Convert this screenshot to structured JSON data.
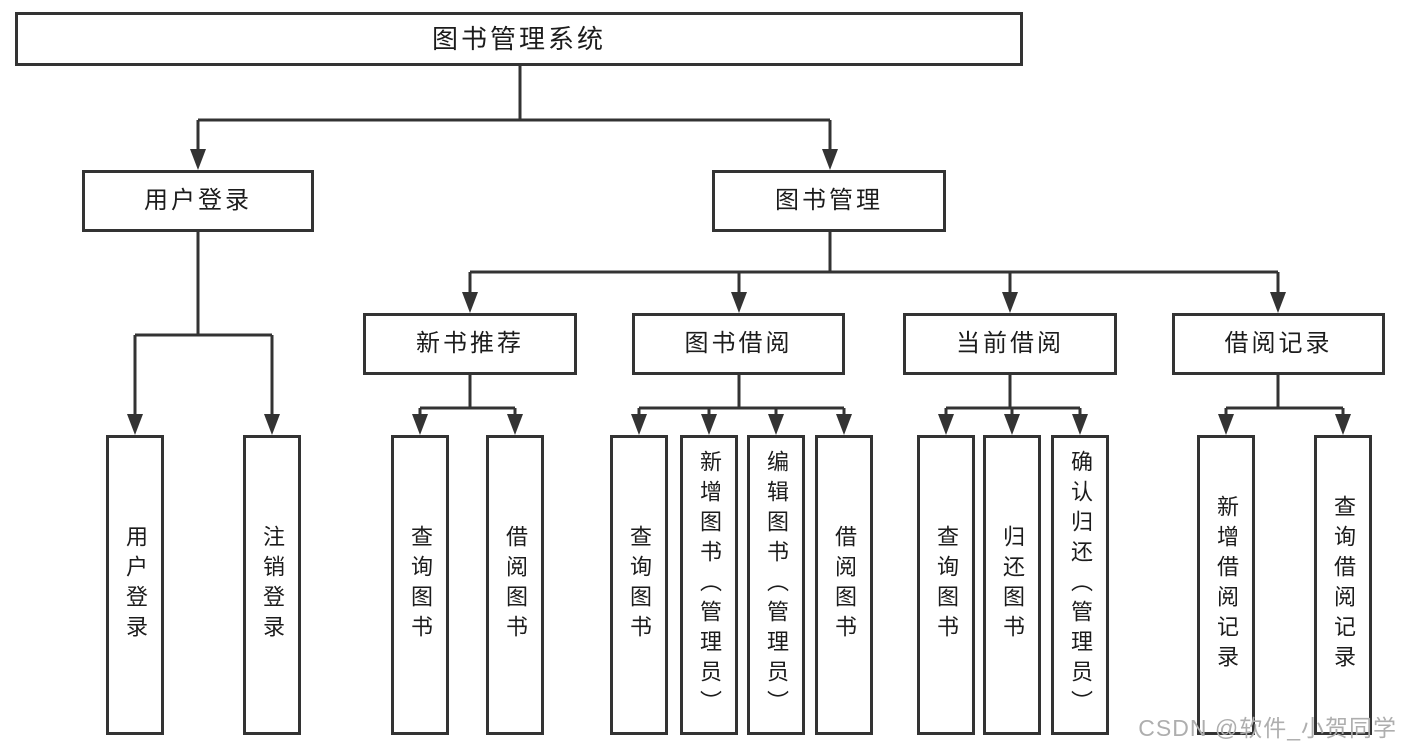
{
  "diagram": {
    "kind": "hierarchy-tree",
    "background_color": "#ffffff",
    "line_color": "#333333",
    "box_border_color": "#333333",
    "text_color": "#1c1c1c",
    "watermark_color": "#aeaeae"
  },
  "tree": {
    "label": "图书管理系统",
    "children": [
      {
        "label": "用户登录",
        "children": [
          {
            "label": "用户登录"
          },
          {
            "label": "注销登录"
          }
        ]
      },
      {
        "label": "图书管理",
        "children": [
          {
            "label": "新书推荐",
            "children": [
              {
                "label": "查询图书"
              },
              {
                "label": "借阅图书"
              }
            ]
          },
          {
            "label": "图书借阅",
            "children": [
              {
                "label": "查询图书"
              },
              {
                "label": "新增图书（管理员）"
              },
              {
                "label": "编辑图书（管理员）"
              },
              {
                "label": "借阅图书"
              }
            ]
          },
          {
            "label": "当前借阅",
            "children": [
              {
                "label": "查询图书"
              },
              {
                "label": "归还图书"
              },
              {
                "label": "确认归还（管理员）"
              }
            ]
          },
          {
            "label": "借阅记录",
            "children": [
              {
                "label": "新增借阅记录"
              },
              {
                "label": "查询借阅记录"
              }
            ]
          }
        ]
      }
    ]
  },
  "watermark": {
    "text": "CSDN @软件_小贺同学"
  }
}
